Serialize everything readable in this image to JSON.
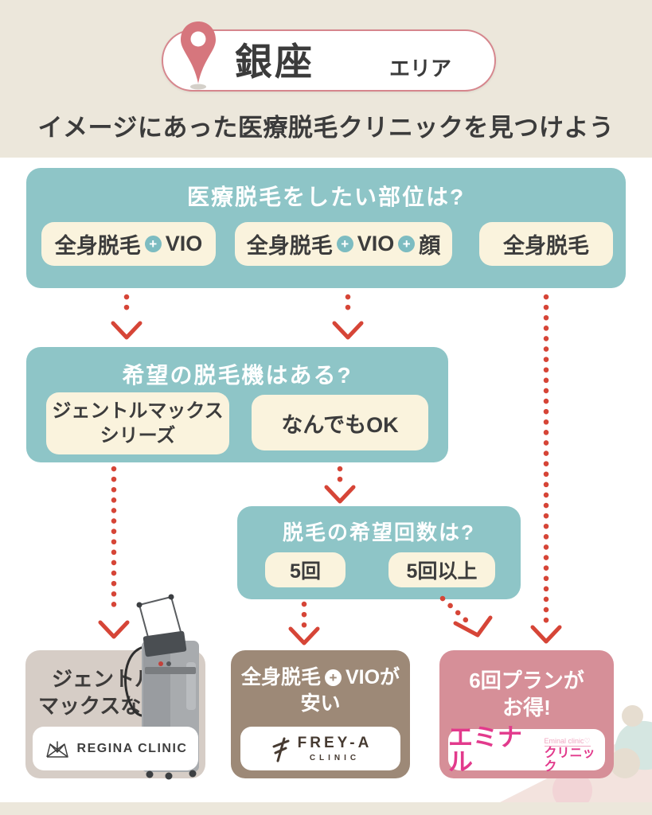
{
  "header": {
    "area": "銀座",
    "area_suffix": "エリア",
    "headline": "イメージにあった医療脱毛クリニックを見つけよう"
  },
  "flow": {
    "q1": {
      "title": "医療脱毛をしたい部位は?",
      "options": [
        {
          "parts": [
            "全身脱毛",
            "VIO"
          ]
        },
        {
          "parts": [
            "全身脱毛",
            "VIO",
            "顔"
          ]
        },
        {
          "parts": [
            "全身脱毛"
          ]
        }
      ]
    },
    "q2": {
      "title": "希望の脱毛機はある?",
      "options": [
        {
          "lines": [
            "ジェントルマックス",
            "シリーズ"
          ]
        },
        {
          "lines": [
            "なんでもOK"
          ]
        }
      ]
    },
    "q3": {
      "title": "脱毛の希望回数は?",
      "options": [
        {
          "label": "5回"
        },
        {
          "label": "5回以上"
        }
      ]
    }
  },
  "results": {
    "regina": {
      "line1": "ジェントル",
      "line2": "マックスなら!",
      "logo": "REGINA CLINIC"
    },
    "freya": {
      "parts": [
        "全身脱毛",
        "VIOが"
      ],
      "line2": "安い",
      "logo": "FREY-A",
      "logo_sub": "CLINIC"
    },
    "eminal": {
      "line1": "6回プランが",
      "line2": "お得!",
      "logo_main": "エミナル",
      "logo_sub": "クリニック",
      "logo_small": "Eminal clinic♡"
    }
  },
  "colors": {
    "band": "#ece7db",
    "teal_box": "#8ec5c7",
    "cream_button": "#faf3dd",
    "arrow_red": "#d64537",
    "badge_border_pink": "#d6868d",
    "pin_pink": "#d6767d",
    "card_regina": "#d6cdc6",
    "card_freya": "#9d8977",
    "card_eminal": "#d68f98",
    "eminal_magenta": "#e23a8c",
    "text_dark": "#3b3b3b"
  }
}
